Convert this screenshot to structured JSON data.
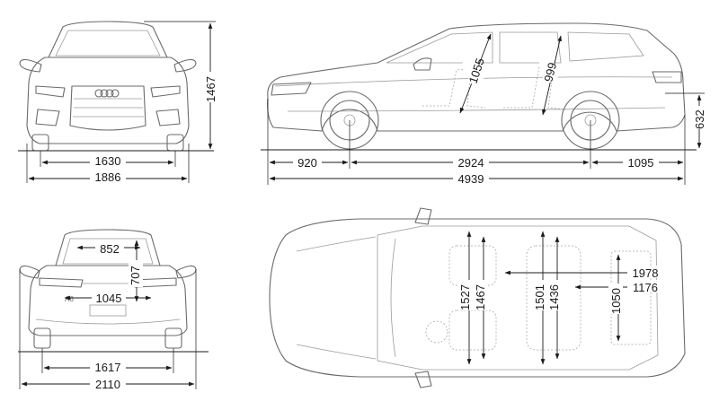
{
  "dimensions": {
    "front_track": "1630",
    "overall_width": "1886",
    "overall_height": "1467",
    "front_overhang": "920",
    "wheelbase": "2924",
    "rear_overhang": "1095",
    "overall_length": "4939",
    "loading_lip_height": "632",
    "front_headroom": "1055",
    "rear_headroom": "999",
    "trunk_opening_width": "852",
    "trunk_opening_height": "707",
    "load_width_between_arches": "1045",
    "rear_track": "1617",
    "width_incl_mirrors": "2110",
    "front_elbow_width": "1527",
    "front_shoulder_width": "1467",
    "rear_elbow_width": "1501",
    "rear_shoulder_width": "1436",
    "cargo_length_seats_folded": "1978",
    "cargo_length": "1176",
    "cargo_width": "1050"
  },
  "badges": {
    "rear_model_badge": "A6"
  },
  "colors": {
    "line": "#1a1a1a",
    "drawing": "#6b6b6b",
    "background": "#ffffff"
  }
}
